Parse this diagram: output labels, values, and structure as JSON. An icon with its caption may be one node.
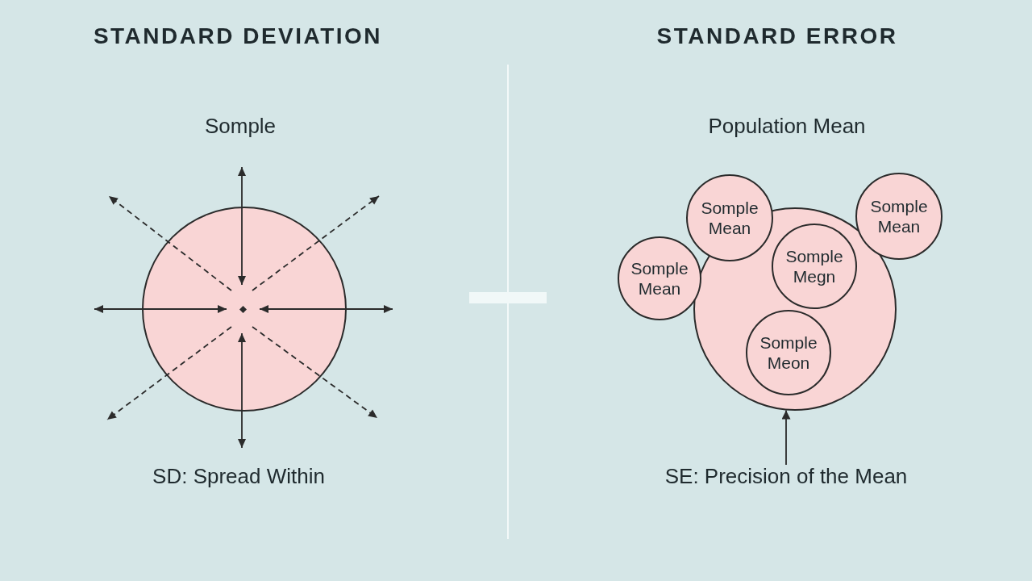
{
  "diagram": {
    "nodes": [
      {
        "text": [],
        "shape": "circle"
      },
      {
        "text": [],
        "shape": "circle"
      },
      {
        "text": [
          "Somple Mean"
        ]
      },
      {
        "text": [
          "Somple Mean"
        ]
      },
      {
        "text": [
          "Somple Megn"
        ],
        "in": 1
      },
      {
        "text": [
          "Somple Mean"
        ]
      },
      {
        "text": [
          "Somple Meon"
        ],
        "in": 1
      },
      {
        "text": [
          "SE: Precision of the Mean"
        ]
      }
    ],
    "edges": [
      {
        "from": 7,
        "to": 1,
        "arrow": "to"
      }
    ],
    "labels": [
      "STANDARD DEVIATION",
      "STANDARD ERROR",
      "Somple",
      "Population Mean",
      "SD: Spread Within"
    ]
  }
}
